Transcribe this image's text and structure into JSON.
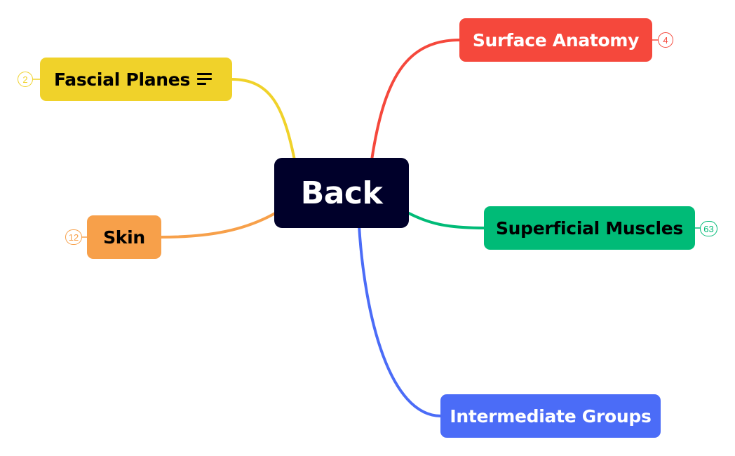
{
  "mindmap": {
    "root": {
      "label": "Back",
      "bg": "#00002a",
      "fg": "#ffffff"
    },
    "branches": [
      {
        "id": "surface",
        "label": "Surface Anatomy",
        "count": "4",
        "color": "#f5483c",
        "fg": "#ffffff"
      },
      {
        "id": "fascial",
        "label": "Fascial Planes",
        "count": "2",
        "color": "#f0d22a",
        "fg": "#000000",
        "has_notes": true
      },
      {
        "id": "superfic",
        "label": "Superficial Muscles",
        "count": "63",
        "color": "#00bb77",
        "fg": "#000000"
      },
      {
        "id": "skin",
        "label": "Skin",
        "count": "12",
        "color": "#f7a04a",
        "fg": "#000000"
      },
      {
        "id": "interm",
        "label": "Intermediate Groups",
        "color": "#4b6cf7",
        "fg": "#ffffff"
      }
    ],
    "icons": {
      "notes": "notes-lines-icon"
    }
  }
}
